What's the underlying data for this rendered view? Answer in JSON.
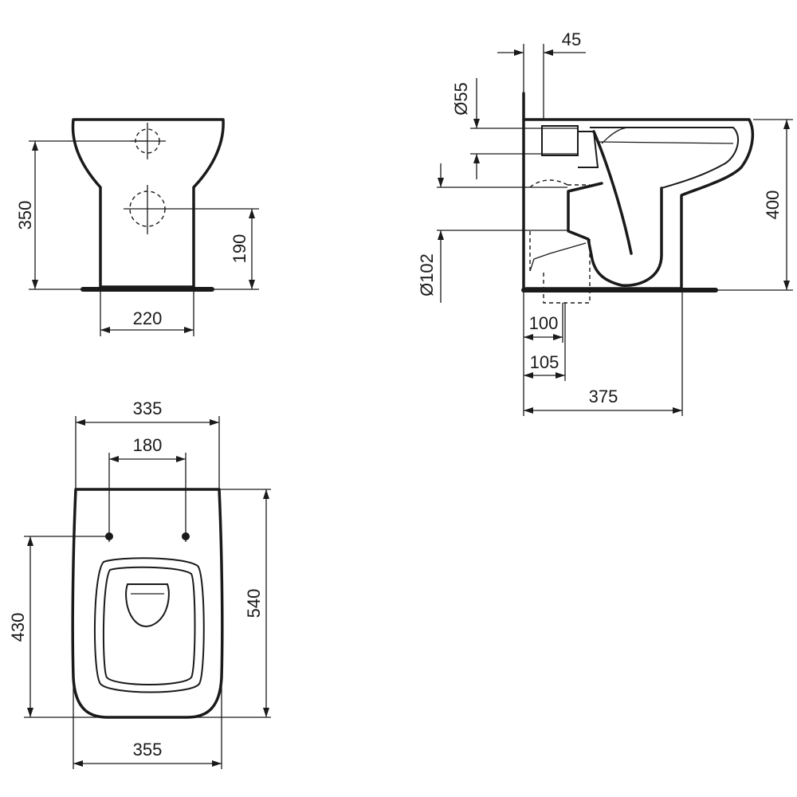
{
  "dimensions": {
    "front_height": "350",
    "front_inlet_height": "190",
    "front_base_width": "220",
    "side_dia_inlet": "Ø55",
    "side_inlet_offset": "45",
    "side_height": "400",
    "side_dia_outlet": "Ø102",
    "side_outlet_100": "100",
    "side_outlet_105": "105",
    "side_depth": "375",
    "top_width_rear": "335",
    "top_hole_spacing": "180",
    "top_length": "540",
    "top_hole_to_front": "430",
    "top_width_front": "355"
  },
  "colors": {
    "line": "#1a1a1a",
    "background": "#ffffff"
  }
}
